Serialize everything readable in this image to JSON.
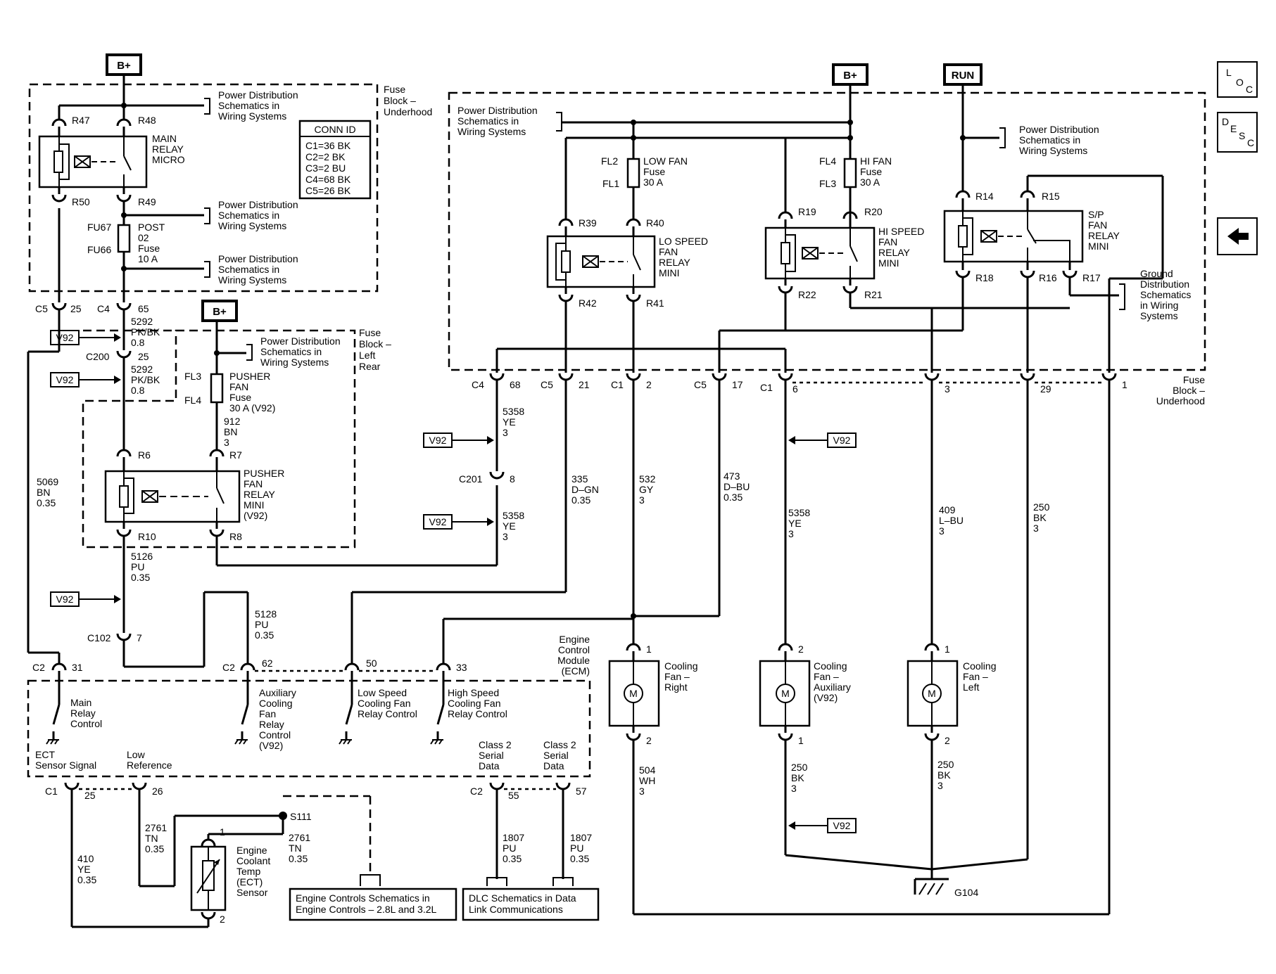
{
  "diagram": {
    "power_tags": [
      "B+",
      "B+",
      "B+",
      "RUN"
    ],
    "option_tag": "V92",
    "legend": {
      "title": "CONN ID",
      "rows": [
        "C1=36 BK",
        "C2=2 BK",
        "C3=2 BU",
        "C4=68 BK",
        "C5=26 BK"
      ]
    },
    "blocks": {
      "underhood_left": [
        "Fuse",
        "Block –",
        "Underhood"
      ],
      "left_rear": [
        "Fuse",
        "Block –",
        "Left",
        "Rear"
      ],
      "underhood_right": [
        "Fuse",
        "Block –",
        "Underhood"
      ],
      "ecm": [
        "Engine",
        "Control",
        "Module",
        "(ECM)"
      ]
    },
    "references": {
      "power_dist": [
        "Power Distribution",
        "Schematics in",
        "Wiring Systems"
      ],
      "ground_dist": [
        "Ground",
        "Distribution",
        "Schematics",
        "in Wiring",
        "Systems"
      ],
      "engine_controls": [
        "Engine Controls Schematics in",
        "Engine Controls – 2.8L and 3.2L"
      ],
      "dlc": [
        "DLC Schematics in Data",
        "Link Communications"
      ]
    },
    "components": {
      "main_relay": [
        "MAIN",
        "RELAY",
        "MICRO"
      ],
      "post_fuse": [
        "POST",
        "02",
        "Fuse",
        "10 A"
      ],
      "pusher_fuse": [
        "PUSHER",
        "FAN",
        "Fuse",
        "30 A (V92)"
      ],
      "pusher_relay": [
        "PUSHER",
        "FAN",
        "RELAY",
        "MINI",
        "(V92)"
      ],
      "low_fan_fuse": [
        "LOW FAN",
        "Fuse",
        "30 A"
      ],
      "hi_fan_fuse": [
        "HI FAN",
        "Fuse",
        "30 A"
      ],
      "lo_relay": [
        "LO SPEED",
        "FAN",
        "RELAY",
        "MINI"
      ],
      "hi_relay": [
        "HI SPEED",
        "FAN",
        "RELAY",
        "MINI"
      ],
      "sp_relay": [
        "S/P",
        "FAN",
        "RELAY",
        "MINI"
      ],
      "fan_right": [
        "Cooling",
        "Fan –",
        "Right"
      ],
      "fan_aux": [
        "Cooling",
        "Fan –",
        "Auxiliary",
        "(V92)"
      ],
      "fan_left": [
        "Cooling",
        "Fan –",
        "Left"
      ],
      "motor": "M",
      "ect_sensor": [
        "Engine",
        "Coolant",
        "Temp",
        "(ECT)",
        "Sensor"
      ],
      "ground": "G104",
      "splice": "S111"
    },
    "ecm_labels": {
      "main_relay_ctrl": [
        "Main",
        "Relay",
        "Control"
      ],
      "aux_ctrl": [
        "Auxiliary",
        "Cooling",
        "Fan",
        "Relay",
        "Control",
        "(V92)"
      ],
      "low_ctrl": [
        "Low Speed",
        "Cooling Fan",
        "Relay Control"
      ],
      "high_ctrl": [
        "High Speed",
        "Cooling Fan",
        "Relay Control"
      ],
      "ect_signal": [
        "ECT",
        "Sensor Signal"
      ],
      "low_ref": [
        "Low",
        "Reference"
      ],
      "class2_a": [
        "Class 2",
        "Serial",
        "Data"
      ],
      "class2_b": [
        "Class 2",
        "Serial",
        "Data"
      ]
    },
    "terminals": {
      "R47": "R47",
      "R48": "R48",
      "R50": "R50",
      "R49": "R49",
      "FU67": "FU67",
      "FU66": "FU66",
      "R6": "R6",
      "R7": "R7",
      "R10": "R10",
      "R8": "R8",
      "FL3": "FL3",
      "FL4": "FL4",
      "FL2": "FL2",
      "FL1": "FL1",
      "FL4b": "FL4",
      "FL3b": "FL3",
      "R39": "R39",
      "R40": "R40",
      "R42": "R42",
      "R41": "R41",
      "R19": "R19",
      "R20": "R20",
      "R22": "R22",
      "R21": "R21",
      "R14": "R14",
      "R15": "R15",
      "R18": "R18",
      "R16": "R16",
      "R17": "R17"
    },
    "connectors": {
      "C5_25": [
        "C5",
        "25"
      ],
      "C4_65": [
        "C4",
        "65"
      ],
      "C200": [
        "C200",
        "25"
      ],
      "C102": [
        "C102",
        "7"
      ],
      "C2_31": [
        "C2",
        "31"
      ],
      "C2_62": [
        "C2",
        "62"
      ],
      "p50": "50",
      "p33": "33",
      "C1_25": [
        "C1",
        "25"
      ],
      "p26": "26",
      "C2_55": [
        "C2",
        "55"
      ],
      "p57": "57",
      "C4_68": [
        "C4",
        "68"
      ],
      "C5_21": [
        "C5",
        "21"
      ],
      "C1_2": [
        "C1",
        "2"
      ],
      "C5_17": [
        "C5",
        "17"
      ],
      "C1_6": [
        "C1",
        "6"
      ],
      "p3": "3",
      "p29": "29",
      "p1": "1",
      "C201": [
        "C201",
        "8"
      ],
      "fanR1": "1",
      "fanR2": "2",
      "fanA2": "2",
      "fanA1": "1",
      "fanL1": "1",
      "fanL2": "2",
      "ect1": "1",
      "ect2": "2"
    },
    "wires": {
      "w5292a": [
        "5292",
        "PK/BK",
        "0.8"
      ],
      "w5292b": [
        "5292",
        "PK/BK",
        "0.8"
      ],
      "w5069": [
        "5069",
        "BN",
        "0.35"
      ],
      "w912": [
        "912",
        "BN",
        "3"
      ],
      "w5126": [
        "5126",
        "PU",
        "0.35"
      ],
      "w5128": [
        "5128",
        "PU",
        "0.35"
      ],
      "w5358a": [
        "5358",
        "YE",
        "3"
      ],
      "w5358b": [
        "5358",
        "YE",
        "3"
      ],
      "w335": [
        "335",
        "D–GN",
        "0.35"
      ],
      "w532": [
        "532",
        "GY",
        "3"
      ],
      "w473": [
        "473",
        "D–BU",
        "0.35"
      ],
      "w5358c": [
        "5358",
        "YE",
        "3"
      ],
      "w409": [
        "409",
        "L–BU",
        "3"
      ],
      "w250a": [
        "250",
        "BK",
        "3"
      ],
      "w504": [
        "504",
        "WH",
        "3"
      ],
      "w250b": [
        "250",
        "BK",
        "3"
      ],
      "w250c": [
        "250",
        "BK",
        "3"
      ],
      "w410": [
        "410",
        "YE",
        "0.35"
      ],
      "w2761a": [
        "2761",
        "TN",
        "0.35"
      ],
      "w2761b": [
        "2761",
        "TN",
        "0.35"
      ],
      "w1807a": [
        "1807",
        "PU",
        "0.35"
      ],
      "w1807b": [
        "1807",
        "PU",
        "0.35"
      ]
    },
    "nav": {
      "loc": [
        "L",
        "O",
        "C"
      ],
      "desc": [
        "D",
        "E",
        "S",
        "C"
      ],
      "back_icon": "arrow-left-icon"
    }
  }
}
